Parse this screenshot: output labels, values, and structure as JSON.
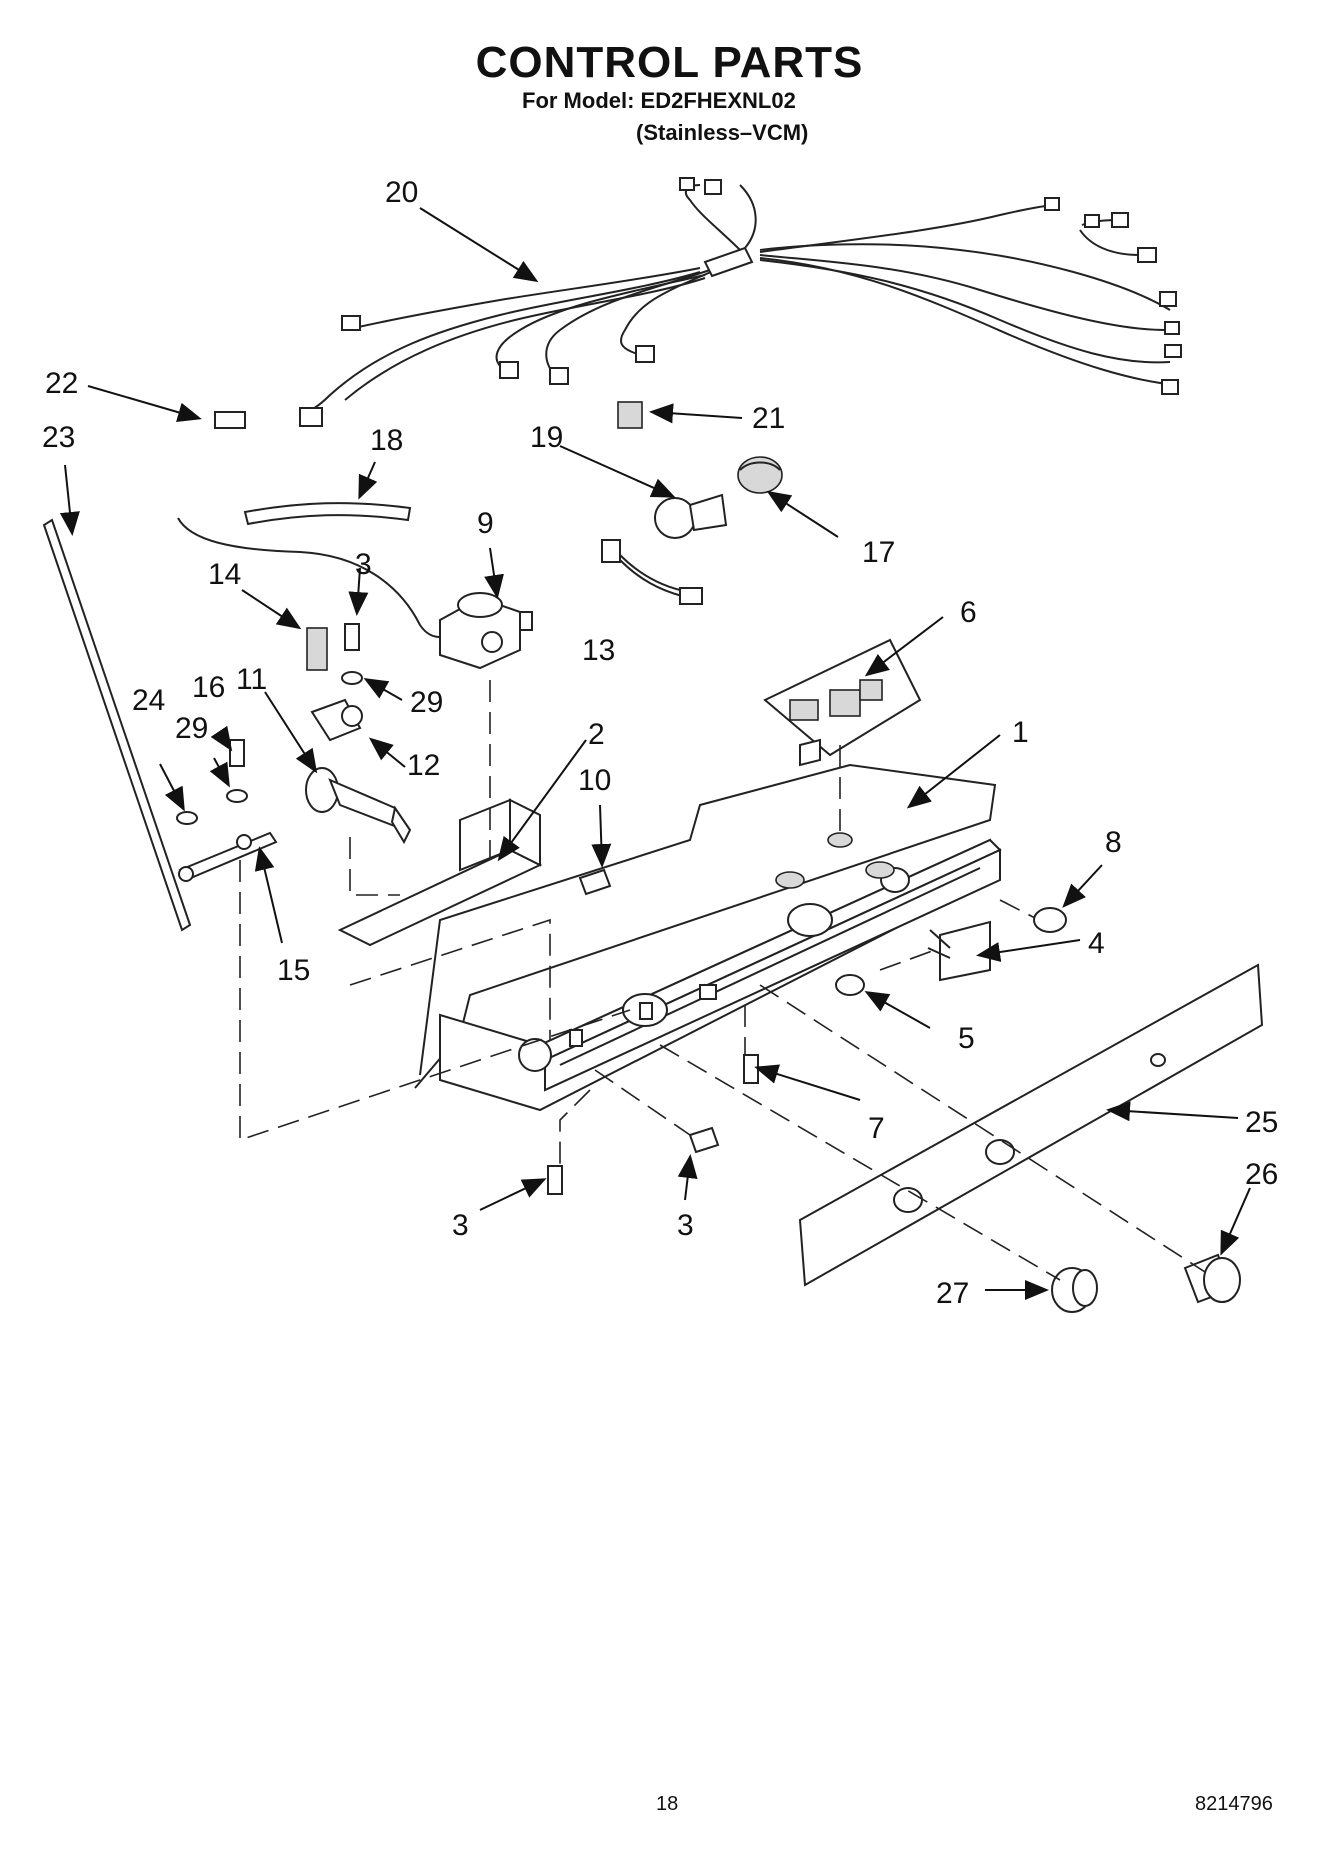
{
  "header": {
    "title": "CONTROL PARTS",
    "model_line": "For Model: ED2FHEXNL02",
    "variant_line": "(Stainless–VCM)"
  },
  "footer": {
    "page_number": "18",
    "document_number": "8214796"
  },
  "callouts": {
    "c1": "1",
    "c2": "2",
    "c3a": "3",
    "c3b": "3",
    "c3c": "3",
    "c4": "4",
    "c5": "5",
    "c6": "6",
    "c7": "7",
    "c8": "8",
    "c9": "9",
    "c10": "10",
    "c11": "11",
    "c12": "12",
    "c13": "13",
    "c14": "14",
    "c15": "15",
    "c16": "16",
    "c17": "17",
    "c18": "18",
    "c19": "19",
    "c20": "20",
    "c21": "21",
    "c22": "22",
    "c23": "23",
    "c24": "24",
    "c25": "25",
    "c26": "26",
    "c27": "27",
    "c29a": "29",
    "c29b": "29"
  }
}
